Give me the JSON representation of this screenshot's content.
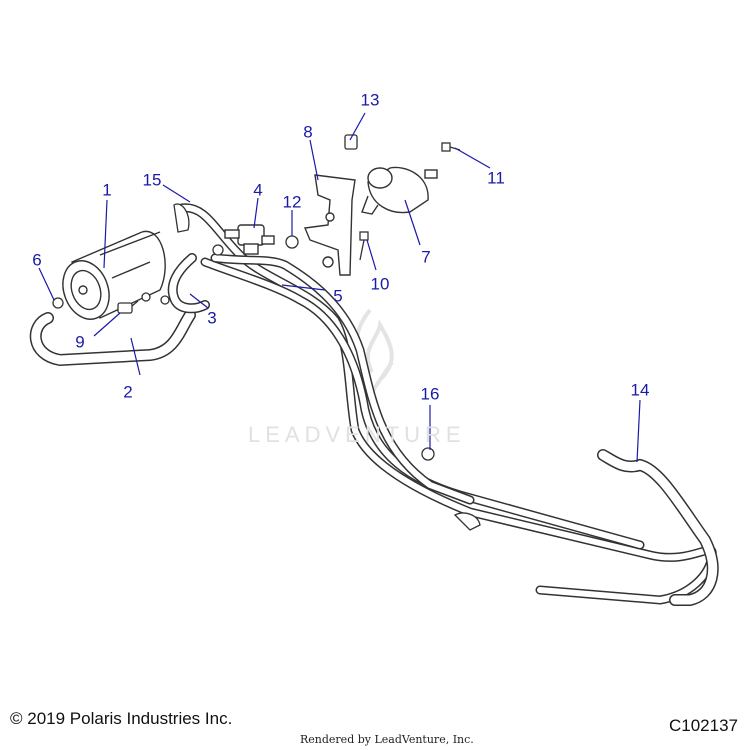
{
  "callouts": [
    "1",
    "2",
    "3",
    "4",
    "5",
    "6",
    "7",
    "8",
    "9",
    "10",
    "11",
    "12",
    "13",
    "14",
    "15",
    "16"
  ],
  "watermark": "LEADVENTURE",
  "footer": {
    "copyright": "© 2019 Polaris Industries Inc.",
    "rendered_by": "Rendered by LeadVenture, Inc.",
    "figure_code": "C102137"
  },
  "colors": {
    "callout": "#1a1aa8",
    "line": "#333333",
    "watermark": "#e1e1e1"
  }
}
